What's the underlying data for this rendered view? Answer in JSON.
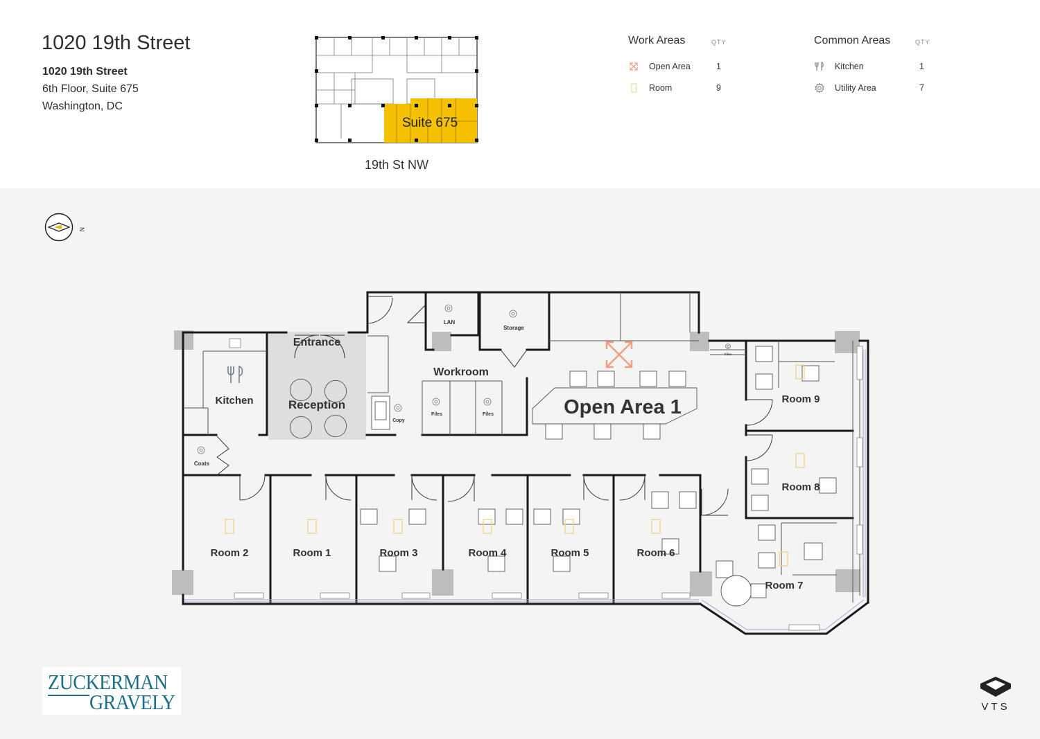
{
  "header": {
    "title": "1020 19th Street",
    "address_line1": "1020 19th Street",
    "address_line2": "6th Floor, Suite 675",
    "address_line3": "Washington, DC",
    "keyplan_label": "Suite 675",
    "street": "19th St NW"
  },
  "legend": {
    "work_areas": {
      "heading": "Work Areas",
      "qty_heading": "QTY",
      "items": [
        {
          "label": "Open Area",
          "qty": "1",
          "icon": "expand-arrows-icon"
        },
        {
          "label": "Room",
          "qty": "9",
          "icon": "door-icon"
        }
      ]
    },
    "common_areas": {
      "heading": "Common Areas",
      "qty_heading": "QTY",
      "items": [
        {
          "label": "Kitchen",
          "qty": "1",
          "icon": "fork-knife-icon"
        },
        {
          "label": "Utility Area",
          "qty": "7",
          "icon": "gear-icon"
        }
      ]
    }
  },
  "compass": {
    "label": "N"
  },
  "rooms": {
    "entrance": "Entrance",
    "reception": "Reception",
    "kitchen": "Kitchen",
    "workroom": "Workroom",
    "open_area": "Open Area 1",
    "room1": "Room 1",
    "room2": "Room 2",
    "room3": "Room 3",
    "room4": "Room 4",
    "room5": "Room 5",
    "room6": "Room 6",
    "room7": "Room 7",
    "room8": "Room 8",
    "room9": "Room 9"
  },
  "utility": {
    "lan": "LAN",
    "storage": "Storage",
    "files1": "Files",
    "files2": "Files",
    "files3": "Files",
    "copy": "Copy",
    "coats": "Coats"
  },
  "logo": {
    "line1": "ZUCKERMAN",
    "line2": "GRAVELY"
  },
  "brand": {
    "name": "VTS"
  },
  "colors": {
    "suite_highlight": "#f5c000",
    "open_area_icon": "#f0a080",
    "room_icon": "#f3d79a",
    "reception_fill": "#dedede",
    "wall": "#1a1a1a",
    "logo_text": "#1d6f86"
  }
}
